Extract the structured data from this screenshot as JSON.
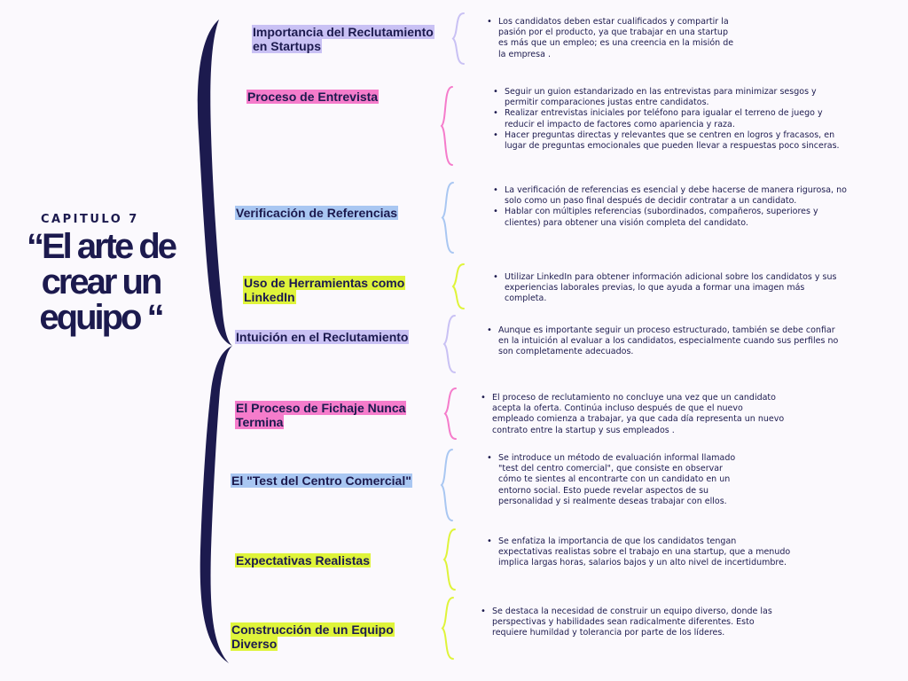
{
  "chapter_label": "CAPITULO 7",
  "title_lines": [
    "“El arte de",
    "crear un",
    "equipo “"
  ],
  "colors": {
    "navy": "#1c1a4e",
    "lavender": "#c9c1f4",
    "pink": "#f57ccb",
    "blue": "#a9c7f2",
    "lime": "#dff43a"
  },
  "sections": [
    {
      "title": "Importancia del Reclutamiento en Startups",
      "color": "lavender",
      "bullets": [
        "Los candidatos deben estar cualificados y compartir la pasión por el producto, ya que trabajar en una startup es más que un empleo; es una creencia en la misión de la empresa ."
      ]
    },
    {
      "title": "Proceso de Entrevista",
      "color": "pink",
      "bullets": [
        "Seguir un guion estandarizado en las entrevistas para minimizar sesgos y permitir comparaciones justas entre candidatos.",
        "Realizar entrevistas iniciales por teléfono para igualar el terreno de juego y reducir el impacto de factores como apariencia y raza.",
        "Hacer preguntas directas y relevantes que se centren en logros y fracasos, en lugar de preguntas emocionales que pueden llevar a respuestas poco sinceras."
      ]
    },
    {
      "title": "Verificación de Referencias",
      "color": "blue",
      "bullets": [
        "La verificación de referencias es esencial y debe hacerse de manera rigurosa, no solo como un paso final después de decidir contratar a un candidato.",
        "Hablar con múltiples referencias (subordinados, compañeros, superiores y clientes) para obtener una visión completa del candidato."
      ]
    },
    {
      "title": "Uso de Herramientas como LinkedIn",
      "color": "lime",
      "bullets": [
        "Utilizar LinkedIn para obtener información adicional sobre los candidatos y sus experiencias laborales previas, lo que ayuda a formar una imagen más completa."
      ]
    },
    {
      "title": "Intuición en el Reclutamiento",
      "color": "lavender",
      "bullets": [
        "Aunque es importante seguir un proceso estructurado, también se debe confiar en la intuición al evaluar a los candidatos, especialmente cuando sus perfiles no son completamente adecuados."
      ]
    },
    {
      "title": "El Proceso de Fichaje Nunca Termina",
      "color": "pink",
      "bullets": [
        "El proceso de reclutamiento no concluye una vez que un candidato acepta la oferta. Continúa incluso después de que el nuevo empleado comienza a trabajar, ya que cada día representa un nuevo contrato entre la startup y sus empleados ."
      ]
    },
    {
      "title": "El \"Test del Centro Comercial\"",
      "color": "blue",
      "bullets": [
        "Se introduce un método de evaluación informal llamado \"test del centro comercial\", que consiste en observar cómo te sientes al encontrarte con un candidato en un entorno social. Esto puede revelar aspectos de su personalidad y si realmente deseas trabajar con ellos."
      ]
    },
    {
      "title": "Expectativas Realistas",
      "color": "lime",
      "bullets": [
        "Se enfatiza la importancia de que los candidatos tengan expectativas realistas sobre el trabajo en una startup, que a menudo implica largas horas, salarios bajos y un alto nivel de incertidumbre."
      ]
    },
    {
      "title": "Construcción de un Equipo Diverso",
      "color": "lime",
      "bullets": [
        "Se destaca la necesidad de construir un equipo diverso, donde las perspectivas y habilidades sean radicalmente diferentes. Esto requiere humildad y tolerancia por parte de los líderes."
      ]
    }
  ]
}
